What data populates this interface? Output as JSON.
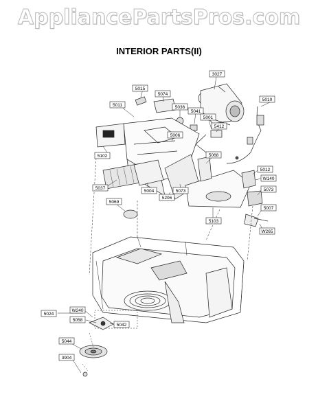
{
  "watermark": "AppliancePartsPros.com",
  "title": "INTERIOR PARTS(II)",
  "labels": {
    "l3027": "3027",
    "l5015": "5015",
    "l5074": "5074",
    "l5010": "5010",
    "l5011": "5011",
    "l5036": "5036",
    "l5041": "5041",
    "l5001": "5001",
    "l5412": "5412",
    "l5006": "5006",
    "l5102": "5102",
    "l5068": "5068",
    "l5012": "5012",
    "lW140": "W140",
    "l5037": "5037",
    "l5004": "5004",
    "l5073a": "5073",
    "l5206": "5206",
    "l5073b": "5073",
    "l5069": "5069",
    "l5103": "5103",
    "l5007": "5007",
    "lW265": "W265",
    "l5024": "5024",
    "lW240": "W240",
    "l5058": "5058",
    "l5042": "5042",
    "l5044": "5044",
    "l3904": "3904"
  }
}
